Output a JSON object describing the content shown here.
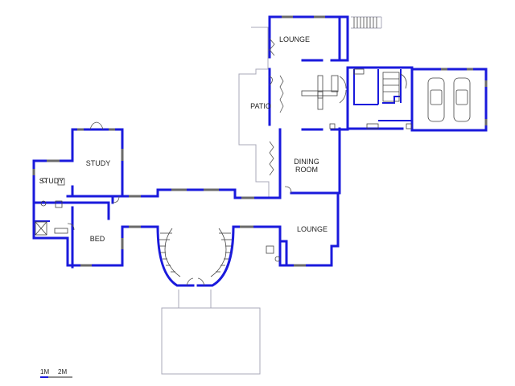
{
  "rooms": [
    {
      "id": "lounge-top",
      "label": "LOUNGE"
    },
    {
      "id": "patio",
      "label": "PATIO"
    },
    {
      "id": "dining-1",
      "label": "DINING"
    },
    {
      "id": "dining-2",
      "label": "ROOM"
    },
    {
      "id": "lounge-bottom",
      "label": "LOUNGE"
    },
    {
      "id": "study-main",
      "label": "STUDY"
    },
    {
      "id": "study-small",
      "label": "STUDY"
    },
    {
      "id": "bed",
      "label": "BED"
    }
  ],
  "scale": {
    "first": "1M",
    "second": "2M"
  },
  "colors": {
    "wall": "#1a1adc",
    "outline": "#a8a8b8",
    "fixture": "#444444"
  }
}
